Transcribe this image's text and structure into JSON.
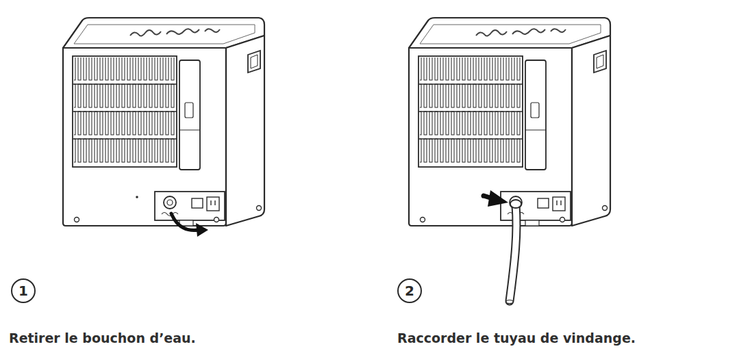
{
  "diagram": {
    "nodes": [
      {
        "text": [
          "1"
        ]
      },
      {
        "text": [
          "2"
        ]
      }
    ],
    "labels": [
      "Retirer le bouchon d’eau.",
      "Raccorder le tuyau de vindange."
    ]
  }
}
